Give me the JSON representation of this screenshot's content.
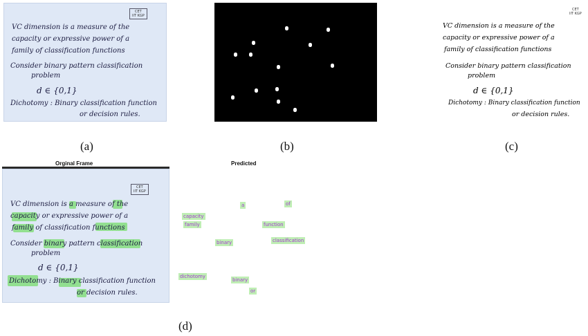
{
  "captions": {
    "a": "(a)",
    "b": "(b)",
    "c": "(c)",
    "d": "(d)"
  },
  "slide": {
    "stamp_line1": "IIT KGP",
    "stamp_line2": "CET",
    "lines": [
      "VC dimension is a measure of the",
      "capacity or expressive power of a",
      "family of classification functions",
      "Consider binary pattern classification",
      "problem",
      "d ∈ {0,1}",
      "Dichotomy : Binary classification function",
      "or decision rules."
    ]
  },
  "panel_d": {
    "original_title": "Orginal Frame",
    "predicted_title": "Predicted",
    "detections": [
      {
        "text": "a"
      },
      {
        "text": "of"
      },
      {
        "text": "capacity"
      },
      {
        "text": "family"
      },
      {
        "text": "function"
      },
      {
        "text": "binary"
      },
      {
        "text": "classification"
      },
      {
        "text": "dichotomy"
      },
      {
        "text": "binary"
      },
      {
        "text": "or"
      }
    ]
  },
  "colors": {
    "slide_bg": "#dfe8f6",
    "ink": "#1b1b40",
    "highlight": "#78dc6e",
    "label_text": "#a23ad0",
    "red_text": "#d93a2a"
  }
}
